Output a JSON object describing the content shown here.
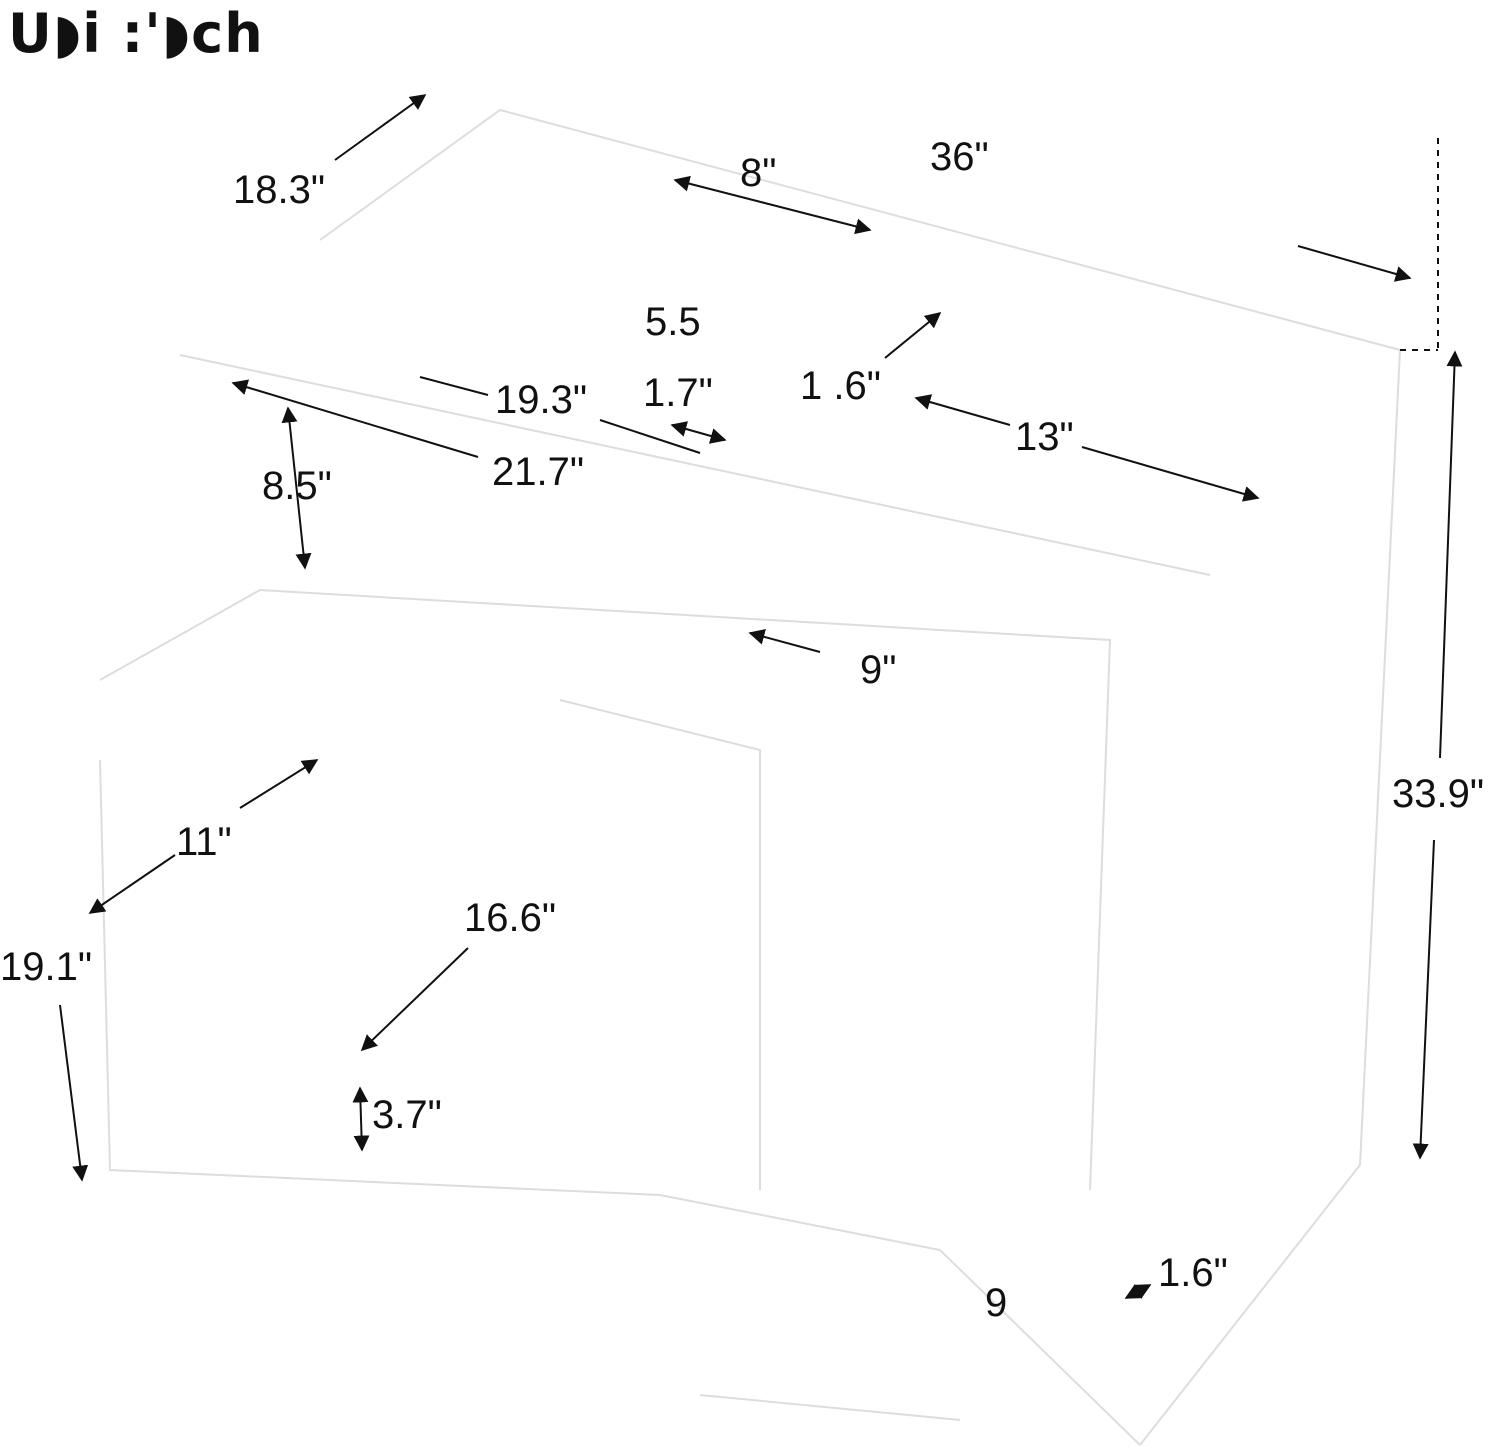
{
  "title": "U◗i :'◗ch",
  "colors": {
    "line": "#111111",
    "outline": "#dddddd",
    "background": "#ffffff"
  },
  "dimensions": {
    "d_18_3": "18.3\"",
    "d_8": "8\"",
    "d_36": "36\"",
    "d_5_5": "5.5",
    "d_1_7": "1.7\"",
    "d_1_6_top": "1  .6\"",
    "d_19_3": "19.3\"",
    "d_21_7": "21.7\"",
    "d_13": "13\"",
    "d_8_5": "8.5\"",
    "d_9": "9\"",
    "d_33_9": "33.9\"",
    "d_11": "11\"",
    "d_16_6": "16.6\"",
    "d_19_1": "19.1\"",
    "d_3_7": "3.7\"",
    "d_1_6_bottom": "1.6\"",
    "d_9_bottom": "9"
  }
}
